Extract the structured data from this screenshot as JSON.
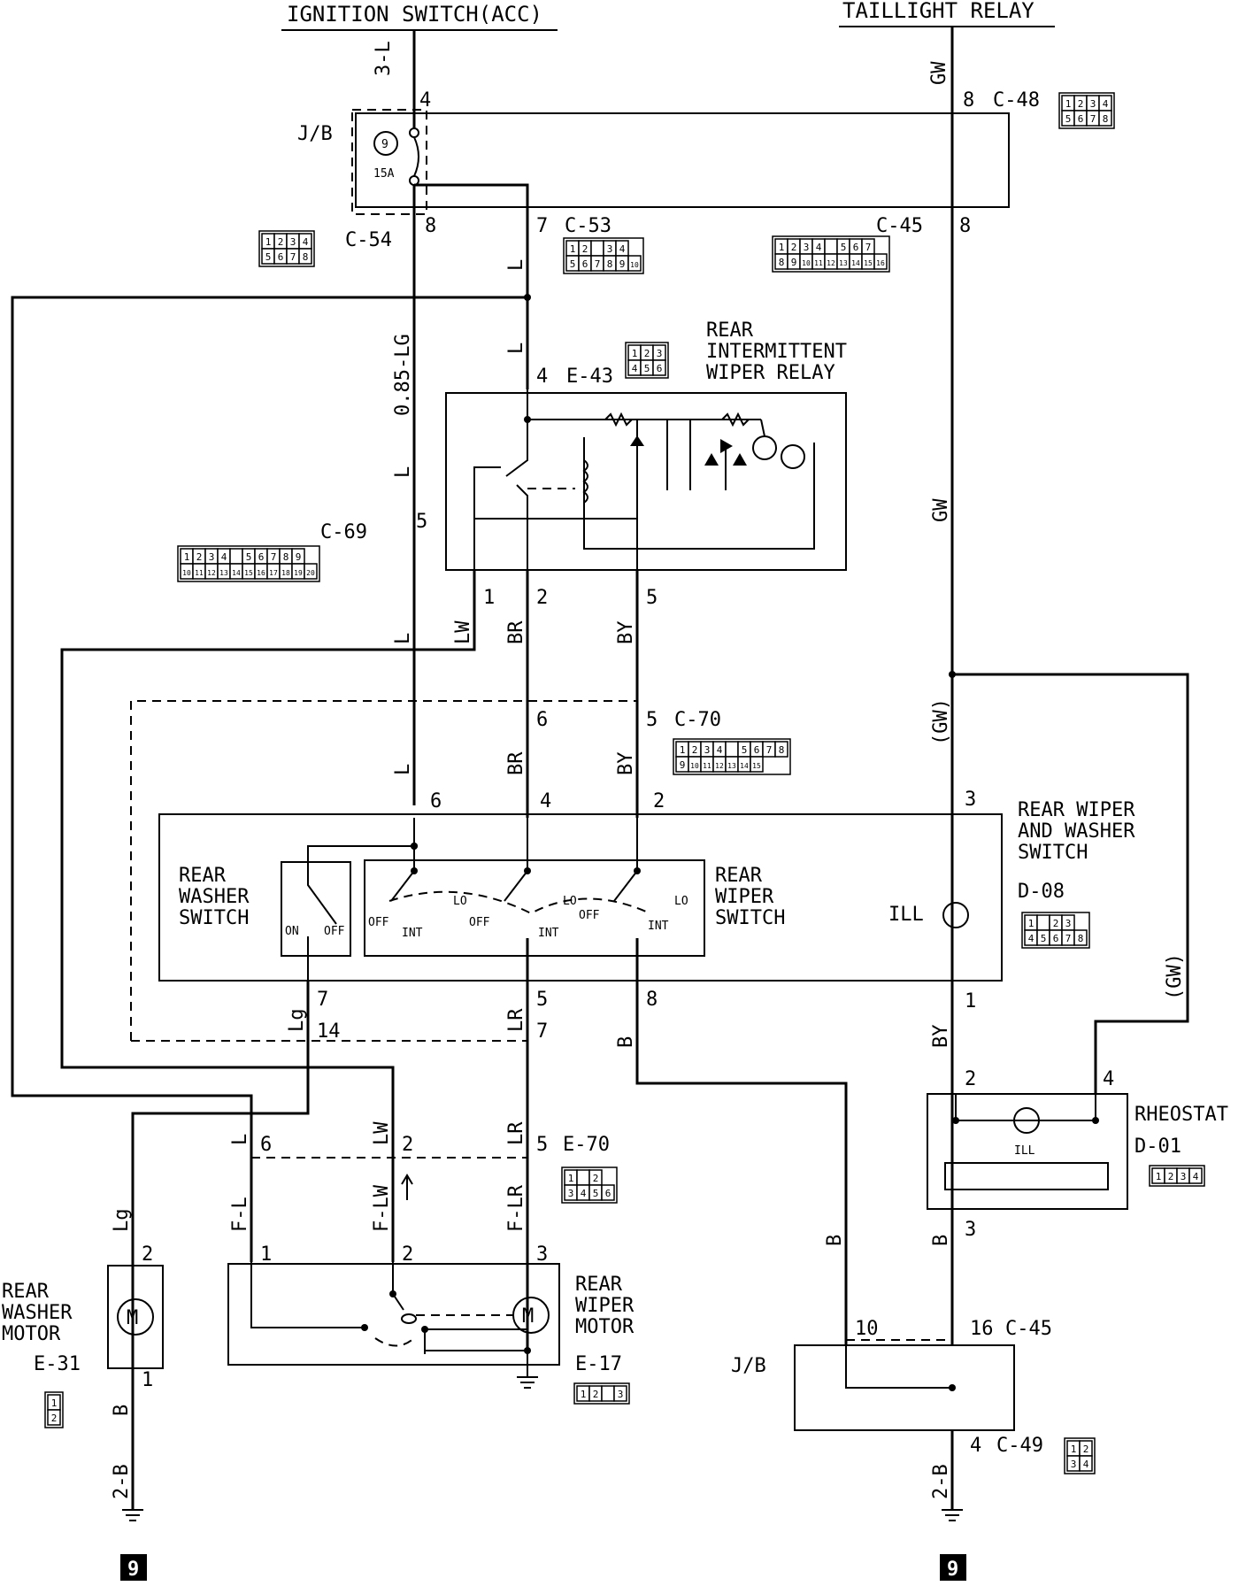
{
  "headers": {
    "ignition_switch": "IGNITION SWITCH(ACC)",
    "taillight_relay": "TAILLIGHT RELAY"
  },
  "junction_block": "J/B",
  "fuse": {
    "number": "9",
    "rating": "15A"
  },
  "wires": {
    "w_3l": "3-L",
    "w_gw_top": "GW",
    "w_l_c53": "L",
    "w_l_e43": "L",
    "w_085lg": "0.85-LG",
    "w_l_mid": "L",
    "w_gw_mid": "GW",
    "w_l_low": "L",
    "w_lw": "LW",
    "w_br": "BR",
    "w_by": "BY",
    "w_l_c70": "L",
    "w_br_c70": "BR",
    "w_by_c70": "BY",
    "w_gw_paren": "(GW)",
    "w_gw_paren2": "(GW)",
    "w_lg_sw": "Lg",
    "w_lr_sw": "LR",
    "w_b_sw": "B",
    "w_by_low": "BY",
    "w_l_e70": "L",
    "w_lw_e70": "LW",
    "w_lr_e70": "LR",
    "w_fl": "F-L",
    "w_flw": "F-LW",
    "w_flr": "F-LR",
    "w_lg_motor": "Lg",
    "w_b_motor": "B",
    "w_2b_left": "2-B",
    "w_b_jb": "B",
    "w_b_rheo": "B",
    "w_2b_right": "2-B"
  },
  "pins": {
    "p4_ign": "4",
    "p8_c48": "8",
    "p8_c54": "8",
    "p7_c53": "7",
    "p8_c45": "8",
    "p4_e43": "4",
    "p5_c69": "5",
    "p1_relay": "1",
    "p2_relay": "2",
    "p5_relay": "5",
    "p6_c70": "6",
    "p5_c70": "5",
    "p6_sw": "6",
    "p4_sw": "4",
    "p2_sw": "2",
    "p3_sw": "3",
    "p7_sw": "7",
    "p14": "14",
    "p5_sw": "5",
    "p7_c70": "7",
    "p8_sw": "8",
    "p1_sw": "1",
    "p2_rheo": "2",
    "p4_rheo": "4",
    "p3_rheo": "3",
    "p6_e70": "6",
    "p2_e70": "2",
    "p5_e70": "5",
    "p2_washer": "2",
    "p1_washer": "1",
    "p1_wm": "1",
    "p2_wm": "2",
    "p3_wm": "3",
    "p10_jb": "10",
    "p16_jb": "16",
    "p4_jb": "4"
  },
  "connectors": {
    "c48": "C-48",
    "c54": "C-54",
    "c53": "C-53",
    "c45_top": "C-45",
    "e43": "E-43",
    "c69": "C-69",
    "c70": "C-70",
    "d08": "D-08",
    "d01": "D-01",
    "e70": "E-70",
    "e31": "E-31",
    "e17": "E-17",
    "c45_bottom": "C-45",
    "c49": "C-49"
  },
  "components": {
    "relay_line1": "REAR",
    "relay_line2": "INTERMITTENT",
    "relay_line3": "WIPER RELAY",
    "wws_line1": "REAR WIPER",
    "wws_line2": "AND WASHER",
    "wws_line3": "SWITCH",
    "washer_sw_line1": "REAR",
    "washer_sw_line2": "WASHER",
    "washer_sw_line3": "SWITCH",
    "wiper_sw_line1": "REAR",
    "wiper_sw_line2": "WIPER",
    "wiper_sw_line3": "SWITCH",
    "ill_switch": "ILL",
    "rheostat": "RHEOSTAT",
    "ill_rheostat": "ILL",
    "washer_motor_line1": "REAR",
    "washer_motor_line2": "WASHER",
    "washer_motor_line3": "MOTOR",
    "wiper_motor_line1": "REAR",
    "wiper_motor_line2": "WIPER",
    "wiper_motor_line3": "MOTOR",
    "jb_bottom": "J/B"
  },
  "switch_positions": {
    "on": "ON",
    "off": "OFF",
    "wiper1_off": "OFF",
    "wiper1_int": "INT",
    "wiper1_lo": "LO",
    "wiper2_off": "OFF",
    "wiper2_int": "INT",
    "wiper2_lo": "LO",
    "wiper3_off": "OFF",
    "wiper3_int": "INT",
    "wiper3_lo": "LO"
  },
  "ground_refs": {
    "left": "9",
    "right": "9"
  },
  "connector_faces": {
    "c48": [
      [
        "1",
        "2",
        "3",
        "4"
      ],
      [
        "5",
        "6",
        "7",
        "8"
      ]
    ],
    "c54": [
      [
        "1",
        "2",
        "3",
        "4"
      ],
      [
        "5",
        "6",
        "7",
        "8"
      ]
    ],
    "c53": [
      [
        "1",
        "2",
        "",
        "3",
        "4"
      ],
      [
        "5",
        "6",
        "7",
        "8",
        "9",
        "10"
      ]
    ],
    "c45": [
      [
        "1",
        "2",
        "3",
        "4",
        "",
        "5",
        "6",
        "7"
      ],
      [
        "8",
        "9",
        "10",
        "11",
        "12",
        "13",
        "14",
        "15",
        "16"
      ]
    ],
    "e43": [
      [
        "1",
        "2",
        "3"
      ],
      [
        "4",
        "5",
        "6"
      ]
    ],
    "c69": [
      [
        "1",
        "2",
        "3",
        "4",
        "",
        "5",
        "6",
        "7",
        "8",
        "9"
      ],
      [
        "10",
        "11",
        "12",
        "13",
        "14",
        "15",
        "16",
        "17",
        "18",
        "19",
        "20"
      ]
    ],
    "c70": [
      [
        "1",
        "2",
        "3",
        "4",
        "",
        "5",
        "6",
        "7",
        "8"
      ],
      [
        "9",
        "10",
        "11",
        "12",
        "13",
        "14",
        "15"
      ]
    ],
    "d08": [
      [
        "1",
        "",
        "2",
        "3"
      ],
      [
        "4",
        "5",
        "6",
        "7",
        "8"
      ]
    ],
    "d01": [
      [
        "1",
        "2",
        "3",
        "4"
      ]
    ],
    "e70": [
      [
        "1",
        "",
        "2"
      ],
      [
        "3",
        "4",
        "5",
        "6"
      ]
    ],
    "e31": [
      [
        "1"
      ],
      [
        "2"
      ]
    ],
    "e17": [
      [
        "1",
        "2",
        "",
        "3"
      ]
    ],
    "c49": [
      [
        "1",
        "2"
      ],
      [
        "3",
        "4"
      ]
    ]
  }
}
